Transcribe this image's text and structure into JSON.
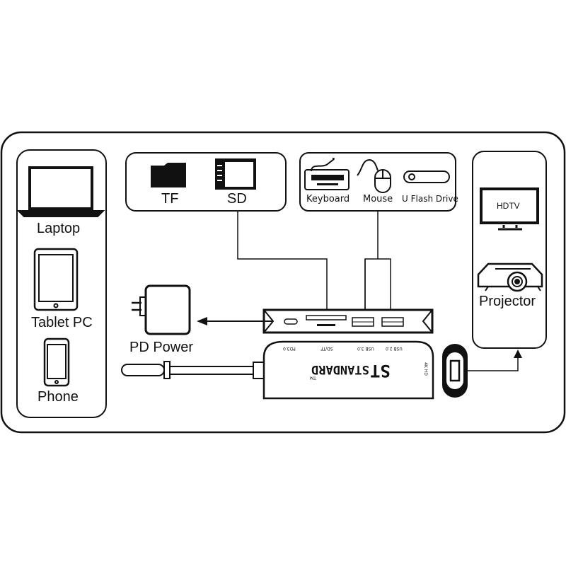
{
  "devices_left": {
    "laptop": "Laptop",
    "tablet": "Tablet PC",
    "phone": "Phone"
  },
  "cards": {
    "tf": "TF",
    "sd": "SD"
  },
  "peripherals": {
    "keyboard": "Keyboard",
    "mouse": "Mouse",
    "flash_drive": "U Flash Drive"
  },
  "displays": {
    "hdtv": "HDTV",
    "projector": "Projector"
  },
  "power": {
    "label": "PD  Power"
  },
  "hub": {
    "ports": [
      "PD3.0",
      "SD/TF",
      "USB 3.0",
      "USB 2.0"
    ],
    "hdmi_label": "4K HD",
    "brand": "STANDARD",
    "brand_mark": "ST",
    "trademark": "TM"
  }
}
